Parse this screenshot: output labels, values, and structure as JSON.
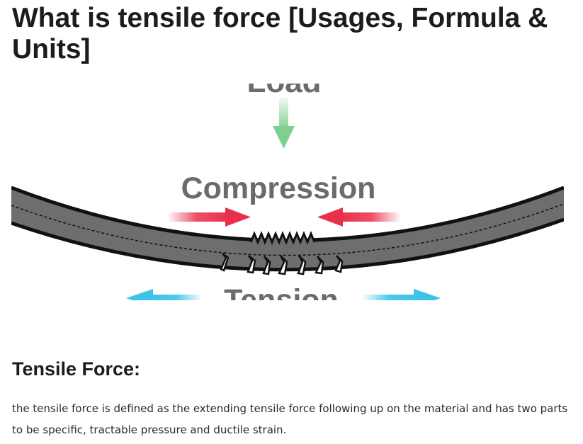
{
  "article": {
    "title": "What is tensile force [Usages, Formula & Units]",
    "figure": {
      "labels": {
        "load": "Load",
        "compression": "Compression",
        "tension": "Tension"
      },
      "colors": {
        "beam": "#6e6e6e",
        "beam_edge": "#111111",
        "load_arrow": "#7fd08f",
        "compression_arrow": "#e8304a",
        "tension_arrow": "#3cc3ea",
        "label_text": "#6b6b6b"
      }
    },
    "section": {
      "heading": "Tensile Force:",
      "paragraph": "the tensile force is defined as the extending tensile force following up on the material and has two parts to be specific, tractable pressure and ductile strain."
    }
  }
}
